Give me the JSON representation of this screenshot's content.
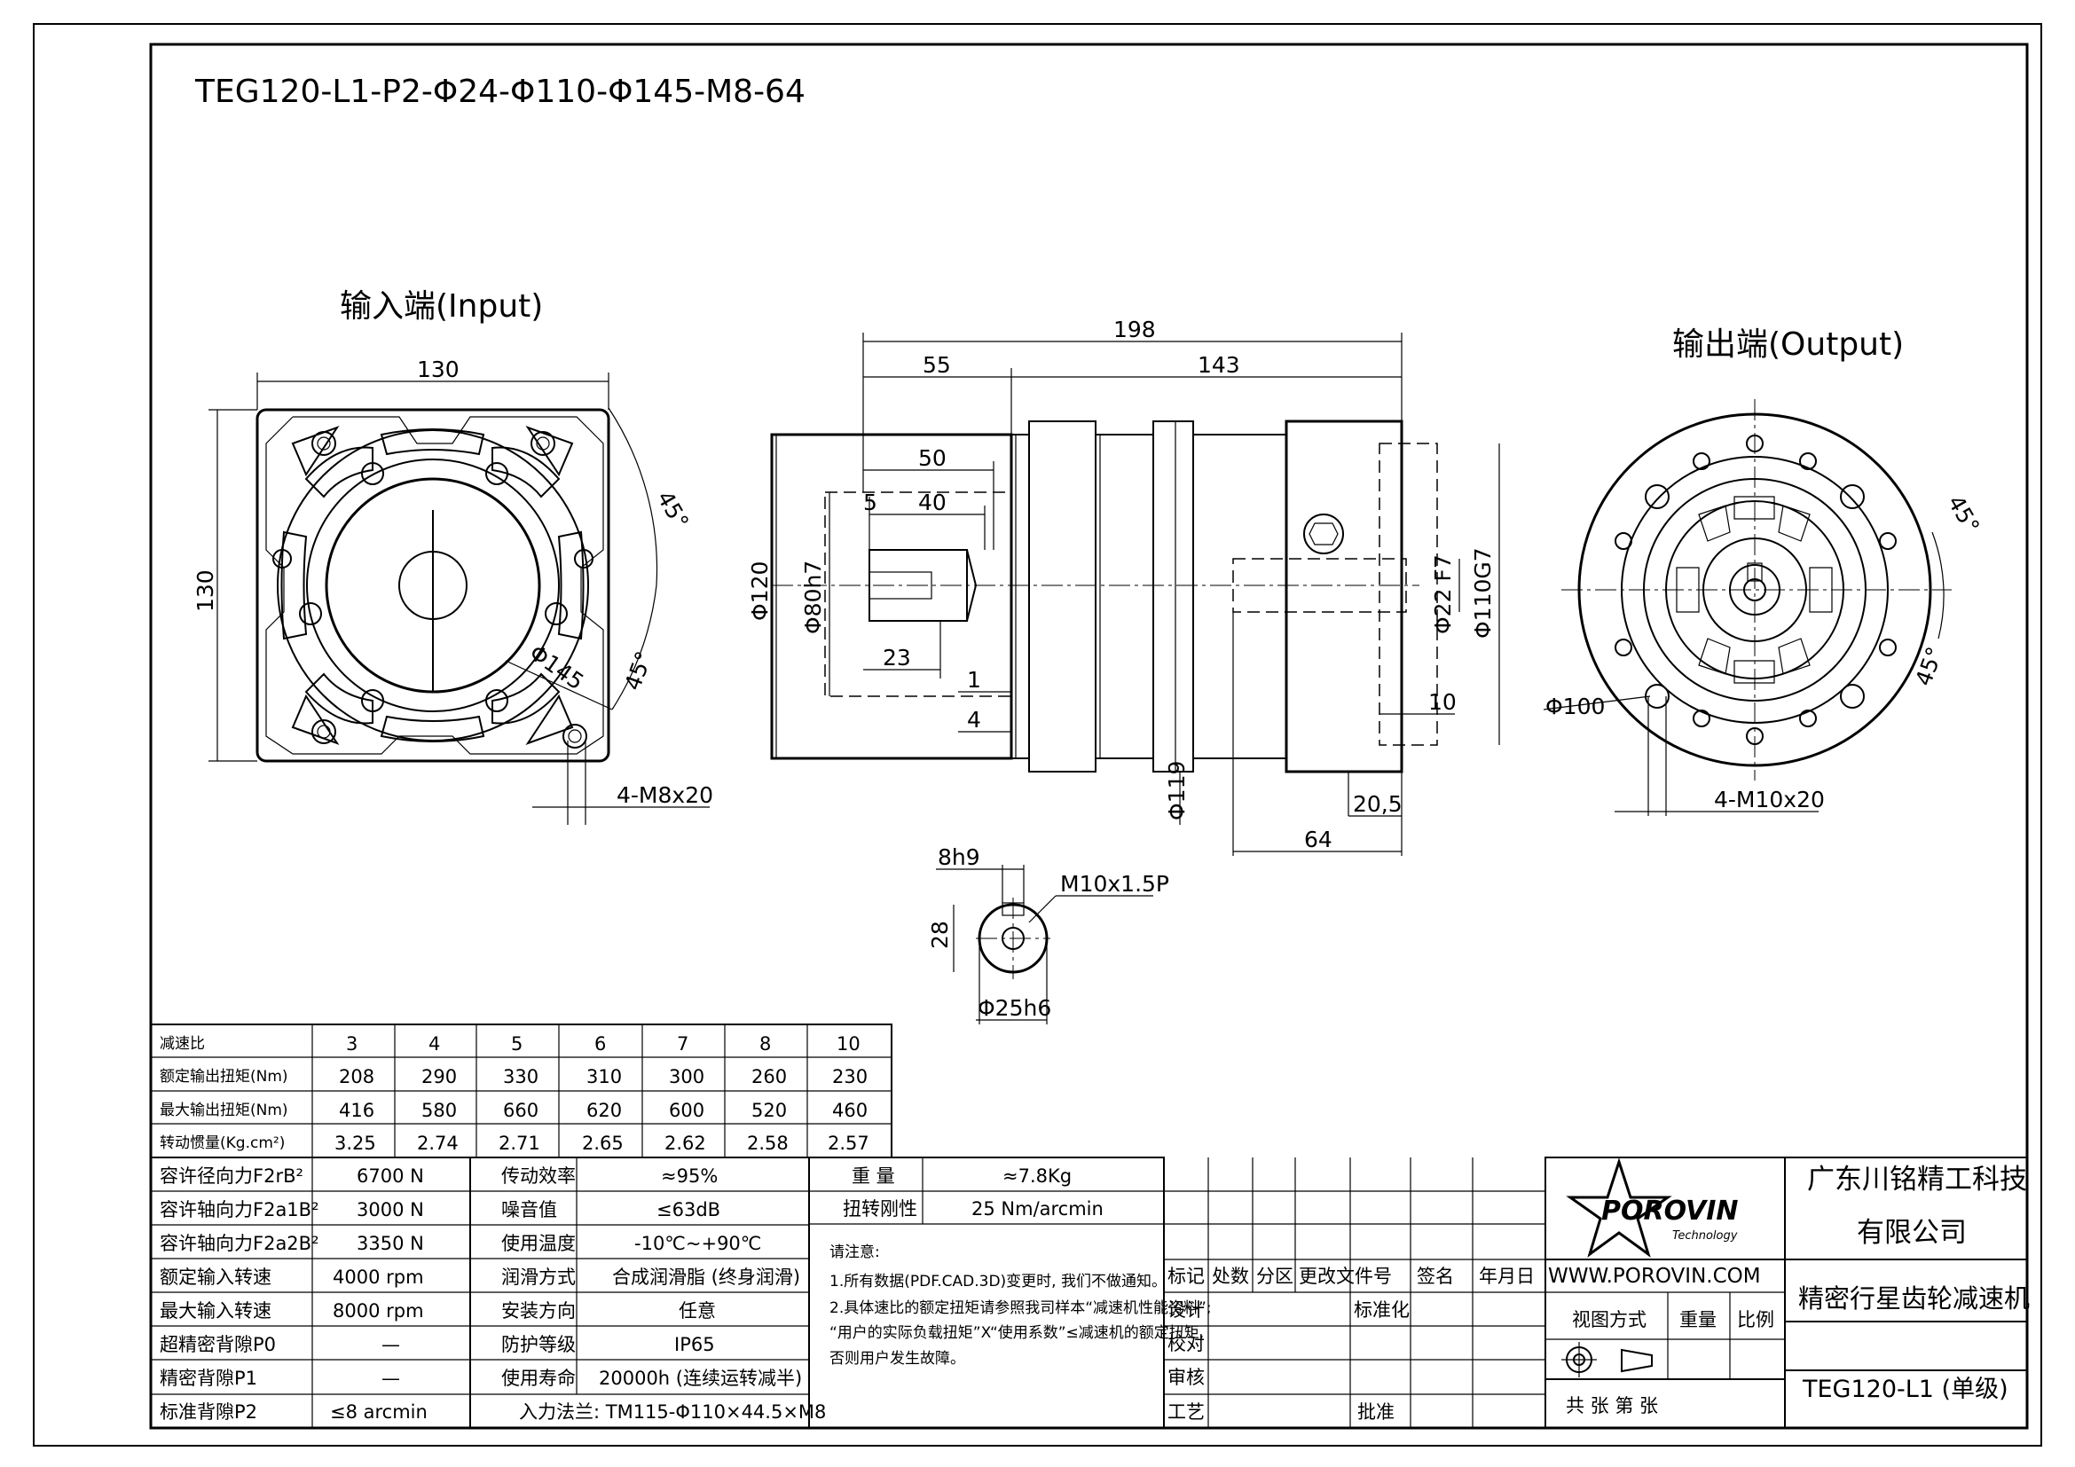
{
  "title": "TEG120-L1-P2-Φ24-Φ110-Φ145-M8-64",
  "views": {
    "input_label": "输入端(Input)",
    "output_label": "输出端(Output)"
  },
  "dims": {
    "d130_w": "130",
    "d130_h": "130",
    "d45a": "45°",
    "d45b": "45°",
    "d145": "Φ145",
    "m8": "4-M8x20",
    "d198": "198",
    "d55": "55",
    "d143": "143",
    "d50": "50",
    "d5": "5",
    "d40": "40",
    "d23": "23",
    "d1": "1",
    "d4": "4",
    "d120": "Φ120",
    "d80": "Φ80h7",
    "d22": "Φ22 F7",
    "d110": "Φ110G7",
    "d10": "10",
    "d119": "Φ119",
    "d205": "20,5",
    "d64": "64",
    "d45c": "45°",
    "d45d": "45°",
    "d100": "Φ100",
    "m10": "4-M10x20",
    "k8": "8h9",
    "k28": "28",
    "kM10": "M10x1.5P",
    "k25": "Φ25h6"
  },
  "ratio_table": {
    "header": [
      "减速比",
      "3",
      "4",
      "5",
      "6",
      "7",
      "8",
      "10"
    ],
    "rows": [
      [
        "额定输出扭矩(Nm)",
        "208",
        "290",
        "330",
        "310",
        "300",
        "260",
        "230"
      ],
      [
        "最大输出扭矩(Nm)",
        "416",
        "580",
        "660",
        "620",
        "600",
        "520",
        "460"
      ],
      [
        "转动惯量(Kg.cm²)",
        "3.25",
        "2.74",
        "2.71",
        "2.65",
        "2.62",
        "2.58",
        "2.57"
      ]
    ]
  },
  "spec_left": [
    [
      "容许径向力F2rB²",
      "6700 N"
    ],
    [
      "容许轴向力F2a1B²",
      "3000 N"
    ],
    [
      "容许轴向力F2a2B²",
      "3350 N"
    ],
    [
      "额定输入转速",
      "4000 rpm"
    ],
    [
      "最大输入转速",
      "8000 rpm"
    ],
    [
      "超精密背隙P0",
      "—"
    ],
    [
      "精密背隙P1",
      "—"
    ],
    [
      "标准背隙P2",
      "≤8 arcmin"
    ]
  ],
  "spec_mid": [
    [
      "传动效率",
      "≈95%"
    ],
    [
      "噪音值",
      "≤63dB"
    ],
    [
      "使用温度",
      "-10℃~+90℃"
    ],
    [
      "润滑方式",
      "合成润滑脂 (终身润滑)"
    ],
    [
      "安装方向",
      "任意"
    ],
    [
      "防护等级",
      "IP65"
    ],
    [
      "使用寿命",
      "20000h (连续运转减半)"
    ]
  ],
  "flange": "入力法兰: TM115-Φ110×44.5×M8",
  "spec_right": [
    [
      "重 量",
      "≈7.8Kg"
    ],
    [
      "扭转刚性",
      "25 Nm/arcmin"
    ]
  ],
  "notes": {
    "title": "请注意:",
    "line1": "1.所有数据(PDF.CAD.3D)变更时, 我们不做通知。",
    "line2": "2.具体速比的额定扭矩请参照我司样本“减速机性能资料”;",
    "line3": "“用户的实际负载扭矩”X“使用系数”≤减速机的额定扭矩,",
    "line4": "否则用户发生故障。"
  },
  "title_block": {
    "h1": "标记",
    "h2": "处数",
    "h3": "分区",
    "h4": "更改文件号",
    "h5": "签名",
    "h6": "年月日",
    "r1": "设计",
    "r2": "校对",
    "r3": "审核",
    "r4": "工艺",
    "std": "标准化",
    "approve": "批准",
    "website": "WWW.POROVIN.COM",
    "view": "视图方式",
    "weight": "重量",
    "scale": "比例",
    "sheets": "共  张 第  张",
    "company1": "广东川铭精工科技",
    "company2": "有限公司",
    "product": "精密行星齿轮减速机",
    "model": "TEG120-L1 (单级)",
    "logo_text": "POROVIN",
    "logo_sub": "Technology"
  }
}
